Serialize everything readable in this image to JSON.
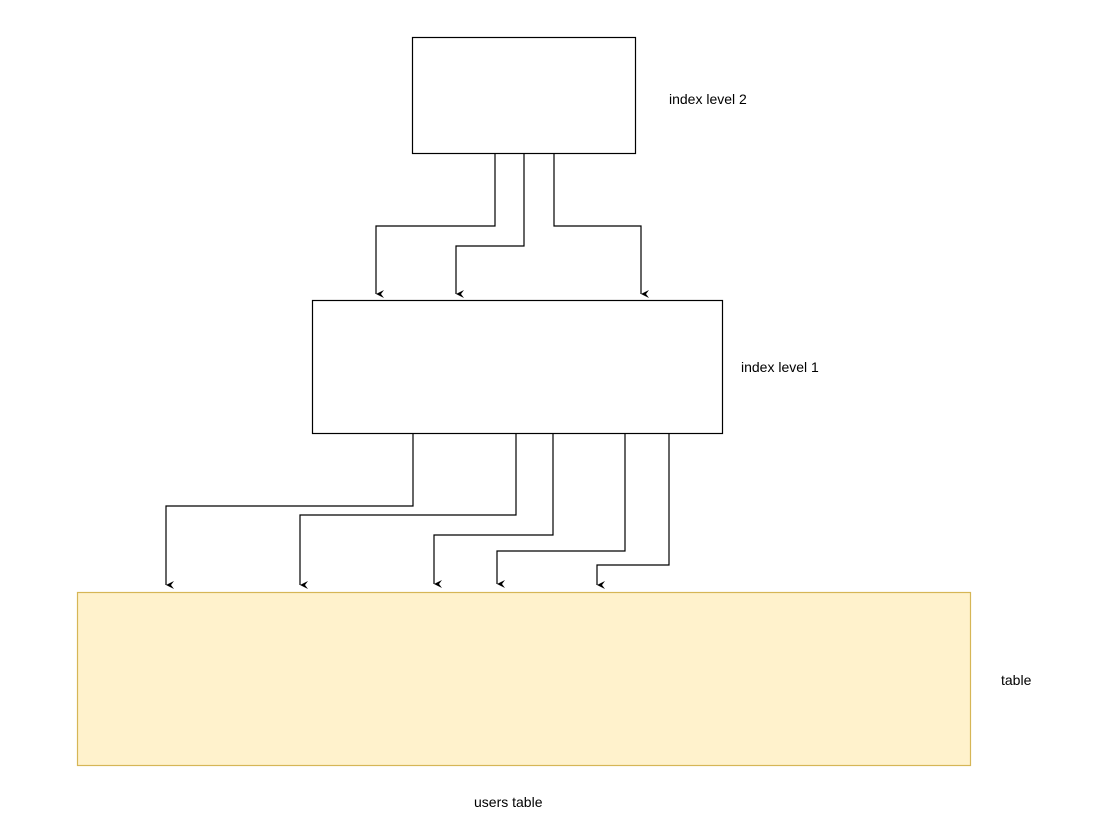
{
  "diagram": {
    "nodes": [
      {
        "id": "index-level-2",
        "label": "index level 2",
        "fill": "#ffffff",
        "stroke": "#000000"
      },
      {
        "id": "index-level-1",
        "label": "index level 1",
        "fill": "#ffffff",
        "stroke": "#000000"
      },
      {
        "id": "table",
        "label": "table",
        "fill": "#fff2cc",
        "stroke": "#d6b656"
      }
    ],
    "caption": "users table",
    "edges": [
      {
        "from": "index-level-2",
        "to": "index-level-1"
      },
      {
        "from": "index-level-2",
        "to": "index-level-1"
      },
      {
        "from": "index-level-2",
        "to": "index-level-1"
      },
      {
        "from": "index-level-1",
        "to": "table"
      },
      {
        "from": "index-level-1",
        "to": "table"
      },
      {
        "from": "index-level-1",
        "to": "table"
      },
      {
        "from": "index-level-1",
        "to": "table"
      },
      {
        "from": "index-level-1",
        "to": "table"
      }
    ]
  }
}
